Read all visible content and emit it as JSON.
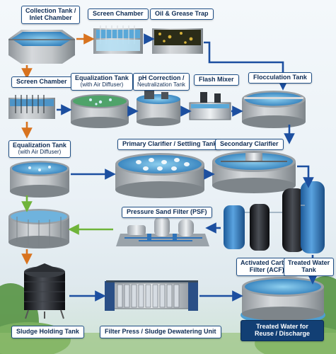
{
  "labels": {
    "collection_tank": "Collection Tank /",
    "collection_tank_2": "Inlet Chamber",
    "screen_chamber_top": "Screen Chamber",
    "oil_grease_trap": "Oil & Grease Trap",
    "screen_chamber_left": "Screen Chamber",
    "equalization_tank_top": "Equalization Tank",
    "equalization_tank_top_sub": "(with Air Diffuser)",
    "ph_correction": "pH Correction /",
    "ph_correction_sub": "Neutralization Tank",
    "flash_mixer": "Flash Mixer",
    "flocculation_tank": "Flocculation Tank",
    "equalization_tank_left": "Equalization Tank",
    "equalization_tank_left_sub": "(with Air Diffuser)",
    "primary_clarifier": "Primary Clarifier / Settling Tank",
    "secondary_clarifier": "Secondary Clarifier",
    "pressure_sand_filter": "Pressure Sand Filter (PSF)",
    "activated_carbon_filter": "Activated Carbon",
    "activated_carbon_filter_2": "Filter (ACF)",
    "treated_water_tank": "Treated Water",
    "treated_water_tank_2": "Tank",
    "sludge_holding_tank": "Sludge Holding Tank",
    "filter_press": "Filter Press / Sludge Dewatering Unit",
    "treated_water_reuse": "Treated Water for",
    "treated_water_reuse_2": "Reuse / Discharge"
  },
  "colors": {
    "flow_arrow_blue": "#1c4fa0",
    "flow_arrow_orange": "#d8731f",
    "flow_arrow_green": "#6fb43a",
    "label_border": "#1f4f86",
    "water": "#3d8fc9",
    "filter_blue": "#2f73b8",
    "filter_black": "#1b1d21"
  }
}
